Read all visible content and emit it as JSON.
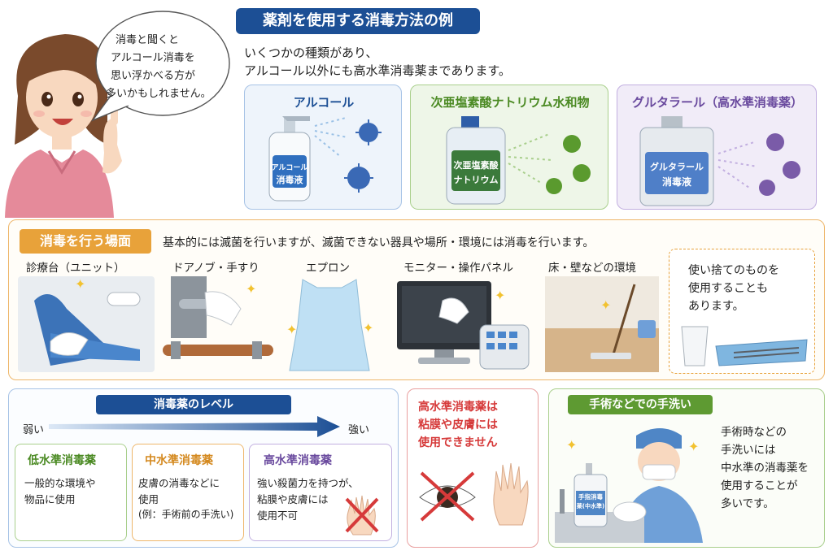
{
  "speech_bubble": {
    "lines": [
      "消毒と聞くと",
      "アルコール消毒を",
      "思い浮かべる方が",
      "多いかもしれません。"
    ]
  },
  "header": {
    "title": "薬剤を使用する消毒方法の例",
    "subtitle_lines": [
      "いくつかの種類があり、",
      "アルコール以外にも高水準消毒薬まであります。"
    ]
  },
  "agents": [
    {
      "title": "アルコール",
      "bottle_label": [
        "アルコール",
        "消毒液"
      ]
    },
    {
      "title": "次亜塩素酸ナトリウム水和物",
      "bottle_label": [
        "次亜塩素酸",
        "ナトリウム"
      ]
    },
    {
      "title": "グルタラール（高水準消毒薬）",
      "bottle_label": [
        "グルタラール",
        "消毒液"
      ]
    }
  ],
  "scenes": {
    "label": "消毒を行う場面",
    "description": "基本的には滅菌を行いますが、滅菌できない器具や場所・環境には消毒を行います。",
    "items": [
      "診療台（ユニット）",
      "ドアノブ・手すり",
      "エプロン",
      "モニター・操作パネル",
      "床・壁などの環境"
    ],
    "disposable_lines": [
      "使い捨てのものを",
      "使用することも",
      "あります。"
    ]
  },
  "levels": {
    "title": "消毒薬のレベル",
    "weak": "弱い",
    "strong": "強い",
    "boxes": [
      {
        "title": "低水準消毒薬",
        "lines": [
          "一般的な環境や",
          "物品に使用"
        ]
      },
      {
        "title": "中水準消毒薬",
        "lines": [
          "皮膚の消毒などに",
          "使用",
          "(例：手術前の手洗い)"
        ]
      },
      {
        "title": "高水準消毒薬",
        "lines": [
          "強い殺菌力を持つが、",
          "粘膜や皮膚には",
          "使用不可"
        ]
      }
    ]
  },
  "warning": {
    "lines": [
      "高水準消毒薬は",
      "粘膜や皮膚には",
      "使用できません"
    ]
  },
  "handwash": {
    "label": "手術などでの手洗い",
    "lines": [
      "手術時などの",
      "手洗いには",
      "中水準の消毒薬を",
      "使用することが",
      "多いです。"
    ],
    "bottle_label": [
      "手指消毒",
      "薬(中水準)"
    ]
  },
  "colors": {
    "navy": "#1c4f95",
    "orange": "#e8a23a",
    "green": "#6aa33c",
    "purple": "#7a5ba8",
    "red": "#d63a3a",
    "blue_light": "#eef4fb",
    "green_light": "#eef6e8",
    "purple_light": "#f1ecf8"
  }
}
